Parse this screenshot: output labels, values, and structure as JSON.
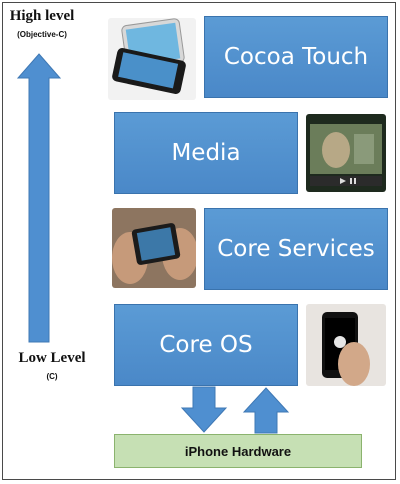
{
  "levels": {
    "high_title": "High level",
    "high_sub": "(Objective-C)",
    "low_title": "Low Level",
    "low_sub": "(C)"
  },
  "layers": [
    {
      "label": "Cocoa Touch"
    },
    {
      "label": "Media"
    },
    {
      "label": "Core Services"
    },
    {
      "label": "Core OS"
    }
  ],
  "hardware": {
    "label": "iPhone Hardware"
  },
  "colors": {
    "layer_blue": "#5b9bd5",
    "hardware_green": "#c6e0b4",
    "arrow_blue": "#4f8fd0"
  }
}
